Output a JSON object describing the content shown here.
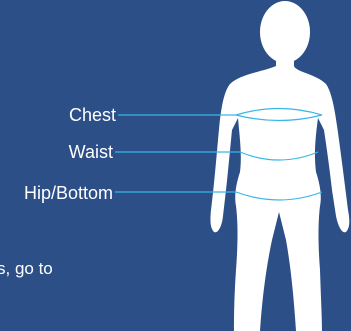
{
  "labels": {
    "chest": "Chest",
    "waist": "Waist",
    "hip": "Hip/Bottom"
  },
  "note_text": "s, go to",
  "colors": {
    "background": "#2d4f88",
    "figure": "#ffffff",
    "measure_line": "#3ab7e8"
  },
  "icons": {
    "figure": "body-silhouette-icon"
  }
}
